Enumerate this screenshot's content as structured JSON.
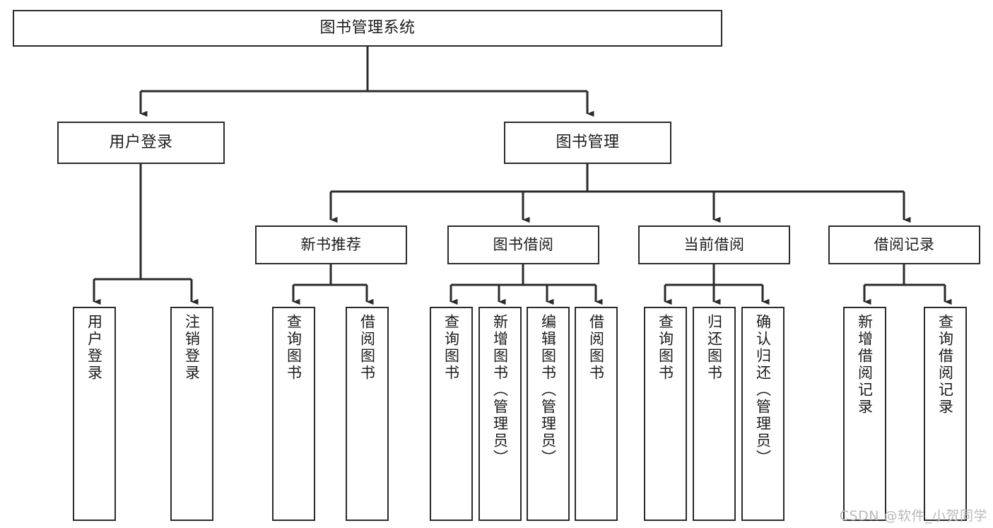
{
  "diagram": {
    "type": "tree-hierarchy-flowchart",
    "title": "图书管理系统",
    "orientation": "top-down",
    "colors": {
      "box_border": "#2b2b2b",
      "box_fill": "#ffffff",
      "connector": "#2b2b2b",
      "text": "#1c1c1c",
      "background": "#ffffff",
      "watermark": "#b9b9b9"
    },
    "nodes": {
      "root": {
        "id": "root",
        "label": "图书管理系统",
        "level": 1,
        "orientation": "horizontal"
      },
      "user_login": {
        "id": "user-login",
        "label": "用户登录",
        "level": 2,
        "orientation": "horizontal"
      },
      "book_manage": {
        "id": "book-manage",
        "label": "图书管理",
        "level": 2,
        "orientation": "horizontal"
      },
      "new_book_rec": {
        "id": "new-book-recommend",
        "label": "新书推荐",
        "level": 3,
        "orientation": "horizontal"
      },
      "book_borrow": {
        "id": "book-borrow",
        "label": "图书借阅",
        "level": 3,
        "orientation": "horizontal"
      },
      "current_borrow": {
        "id": "current-borrow",
        "label": "当前借阅",
        "level": 3,
        "orientation": "horizontal"
      },
      "borrow_record": {
        "id": "borrow-record",
        "label": "借阅记录",
        "level": 3,
        "orientation": "horizontal"
      },
      "leaf_user_login": {
        "id": "leaf-user-login",
        "label": "用户登录",
        "level": 4,
        "orientation": "vertical"
      },
      "leaf_logout": {
        "id": "leaf-logout",
        "label": "注销登录",
        "level": 4,
        "orientation": "vertical"
      },
      "leaf_query_book_1": {
        "id": "leaf-query-book-1",
        "label": "查询图书",
        "level": 4,
        "orientation": "vertical"
      },
      "leaf_borrow_book_1": {
        "id": "leaf-borrow-book-1",
        "label": "借阅图书",
        "level": 4,
        "orientation": "vertical"
      },
      "leaf_query_book_2": {
        "id": "leaf-query-book-2",
        "label": "查询图书",
        "level": 4,
        "orientation": "vertical"
      },
      "leaf_add_book": {
        "id": "leaf-add-book",
        "label": "新增图书（管理员）",
        "level": 4,
        "orientation": "vertical"
      },
      "leaf_edit_book": {
        "id": "leaf-edit-book",
        "label": "编辑图书（管理员）",
        "level": 4,
        "orientation": "vertical"
      },
      "leaf_borrow_book_2": {
        "id": "leaf-borrow-book-2",
        "label": "借阅图书",
        "level": 4,
        "orientation": "vertical"
      },
      "leaf_query_book_3": {
        "id": "leaf-query-book-3",
        "label": "查询图书",
        "level": 4,
        "orientation": "vertical"
      },
      "leaf_return_book": {
        "id": "leaf-return-book",
        "label": "归还图书",
        "level": 4,
        "orientation": "vertical"
      },
      "leaf_confirm_return": {
        "id": "leaf-confirm-return",
        "label": "确认归还（管理员）",
        "level": 4,
        "orientation": "vertical"
      },
      "leaf_add_record": {
        "id": "leaf-add-record",
        "label": "新增借阅记录",
        "level": 4,
        "orientation": "vertical"
      },
      "leaf_query_record": {
        "id": "leaf-query-record",
        "label": "查询借阅记录",
        "level": 4,
        "orientation": "vertical"
      }
    },
    "edges": [
      {
        "from": "图书管理系统",
        "to": "用户登录"
      },
      {
        "from": "图书管理系统",
        "to": "图书管理"
      },
      {
        "from": "用户登录",
        "to": "用户登录"
      },
      {
        "from": "用户登录",
        "to": "注销登录"
      },
      {
        "from": "图书管理",
        "to": "新书推荐"
      },
      {
        "from": "图书管理",
        "to": "图书借阅"
      },
      {
        "from": "图书管理",
        "to": "当前借阅"
      },
      {
        "from": "图书管理",
        "to": "借阅记录"
      },
      {
        "from": "新书推荐",
        "to": "查询图书"
      },
      {
        "from": "新书推荐",
        "to": "借阅图书"
      },
      {
        "from": "图书借阅",
        "to": "查询图书"
      },
      {
        "from": "图书借阅",
        "to": "新增图书（管理员）"
      },
      {
        "from": "图书借阅",
        "to": "编辑图书（管理员）"
      },
      {
        "from": "图书借阅",
        "to": "借阅图书"
      },
      {
        "from": "当前借阅",
        "to": "查询图书"
      },
      {
        "from": "当前借阅",
        "to": "归还图书"
      },
      {
        "from": "当前借阅",
        "to": "确认归还（管理员）"
      },
      {
        "from": "借阅记录",
        "to": "新增借阅记录"
      },
      {
        "from": "借阅记录",
        "to": "查询借阅记录"
      }
    ]
  },
  "watermark": {
    "text": "CSDN @软件_小贺同学"
  }
}
